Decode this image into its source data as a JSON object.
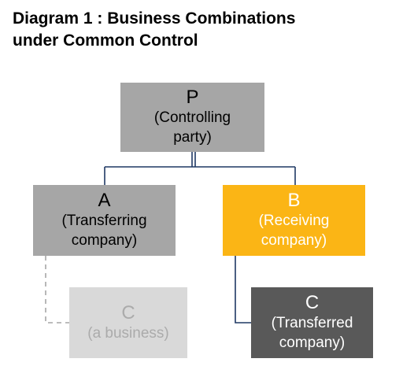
{
  "title": {
    "line1": "Diagram 1 : Business Combinations",
    "line2": "under Common Control"
  },
  "colors": {
    "gray": "#a6a6a6",
    "yellow": "#fbb515",
    "light_gray": "#d9d9d9",
    "dark_gray": "#595959",
    "connector_navy": "#1f3864",
    "connector_dashed": "#a6a6a6"
  },
  "nodes": {
    "p": {
      "letter": "P",
      "desc1": "(Controlling",
      "desc2": "party)"
    },
    "a": {
      "letter": "A",
      "desc1": "(Transferring",
      "desc2": "company)"
    },
    "b": {
      "letter": "B",
      "desc1": "(Receiving",
      "desc2": "company)"
    },
    "c_business": {
      "letter": "C",
      "desc1": "(a business)"
    },
    "c_transferred": {
      "letter": "C",
      "desc1": "(Transferred",
      "desc2": "company)"
    }
  }
}
